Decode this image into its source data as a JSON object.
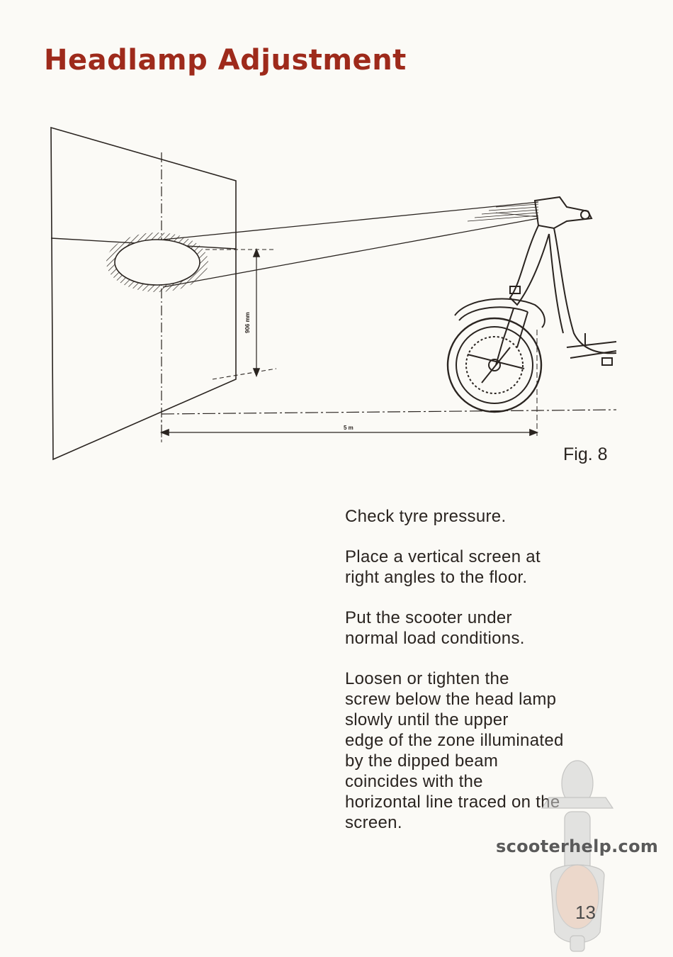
{
  "page": {
    "title": "Headlamp Adjustment",
    "figure": {
      "label": "Fig. 8",
      "dimension_height": "906 mm",
      "dimension_distance": "5 m"
    },
    "instructions": [
      "Check tyre pressure.",
      "Place a vertical screen at\nright angles to the floor.",
      "Put the scooter under\nnormal load conditions.",
      "Loosen or tighten the\nscrew below the head lamp\nslowly until the upper\nedge of the zone illuminated\nby the dipped beam\ncoincides with the\nhorizontal line traced on the\nscreen."
    ],
    "watermark": "scooterhelp.com",
    "page_number": "13",
    "colors": {
      "title": "#9e2a1b",
      "ink": "#2a2420",
      "paper": "#fbfaf6"
    }
  }
}
